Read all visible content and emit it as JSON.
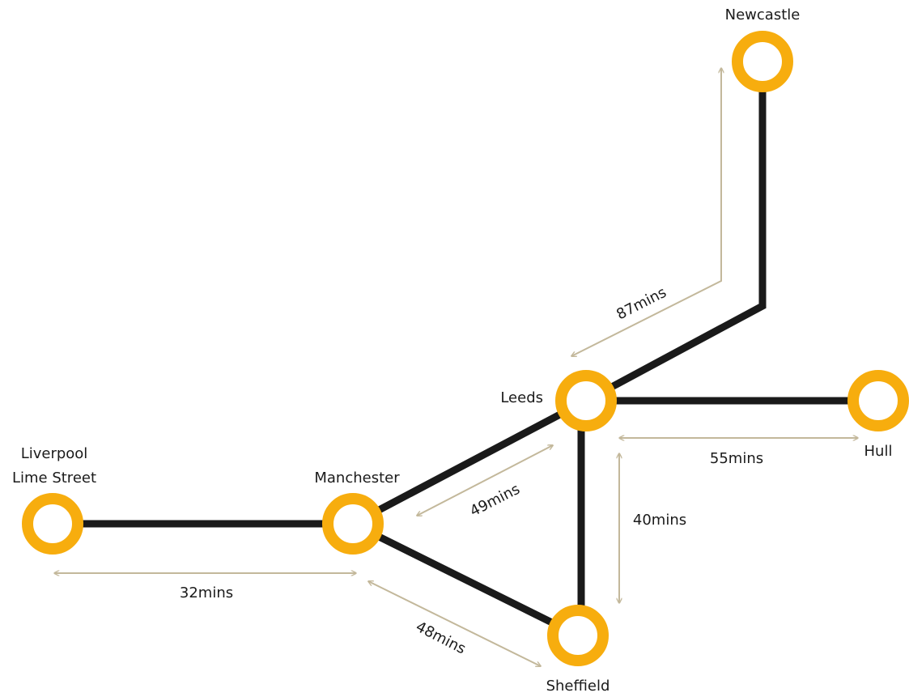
{
  "colors": {
    "station_ring": "#F7AD0E",
    "track": "#1A1A1A",
    "arrow": "#C3B89B",
    "text": "#1B1B1B"
  },
  "stations": {
    "newcastle": "Newcastle",
    "leeds": "Leeds",
    "hull": "Hull",
    "liverpool_line1": "Liverpool",
    "liverpool_line2": "Lime Street",
    "manchester": "Manchester",
    "sheffield": "Sheffield"
  },
  "journey_times": {
    "leeds_newcastle": "87mins",
    "leeds_hull": "55mins",
    "manchester_leeds": "49mins",
    "leeds_sheffield": "40mins",
    "liverpool_manchester": "32mins",
    "manchester_sheffield": "48mins"
  }
}
